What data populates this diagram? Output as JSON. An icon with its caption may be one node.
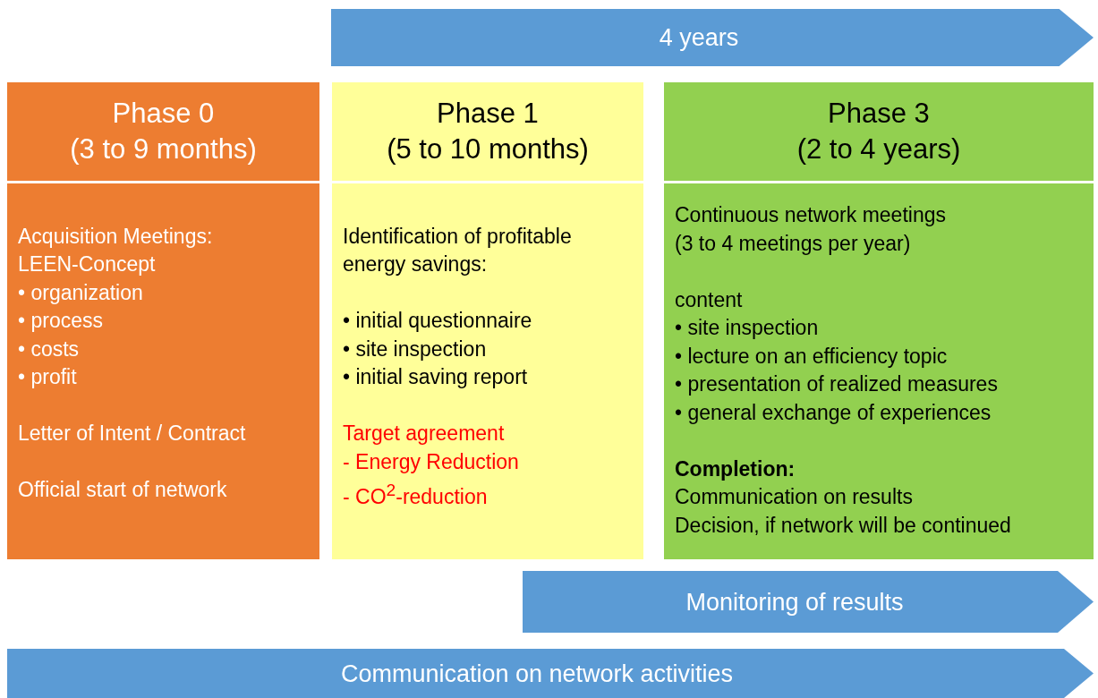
{
  "diagram": {
    "nodes": [
      {
        "text": [
          "4 years"
        ]
      },
      {
        "text": [
          "Phase 0 (3 to 9 months)",
          "Acquisition Meetings:",
          "LEEN-Concept",
          "• organization",
          "• process",
          "• costs",
          "• profit",
          "Letter of Intent / Contract",
          "Official start of network"
        ]
      },
      {
        "text": [
          "Phase 1 (5 to 10 months)",
          "Identification of profitable energy savings:",
          "• initial questionnaire",
          "• site inspection",
          "• initial saving report",
          "Target agreement",
          "- Energy Reduction",
          "- CO$^{2}$-reduction"
        ]
      },
      {
        "text": [
          "Phase 3 (2 to 4 years)",
          "Continuous network meetings (3 to 4 meetings per year)",
          "content",
          "• site inspection",
          "• lecture on an efficiency topic",
          "• presentation of realized measures",
          "• general exchange of experiences",
          "Completion:",
          "Communication on results",
          "Decision, if network will be continued"
        ]
      },
      {
        "text": [
          "Monitoring of results"
        ]
      },
      {
        "text": [
          "Communication on network activities"
        ]
      }
    ],
    "edges": []
  }
}
